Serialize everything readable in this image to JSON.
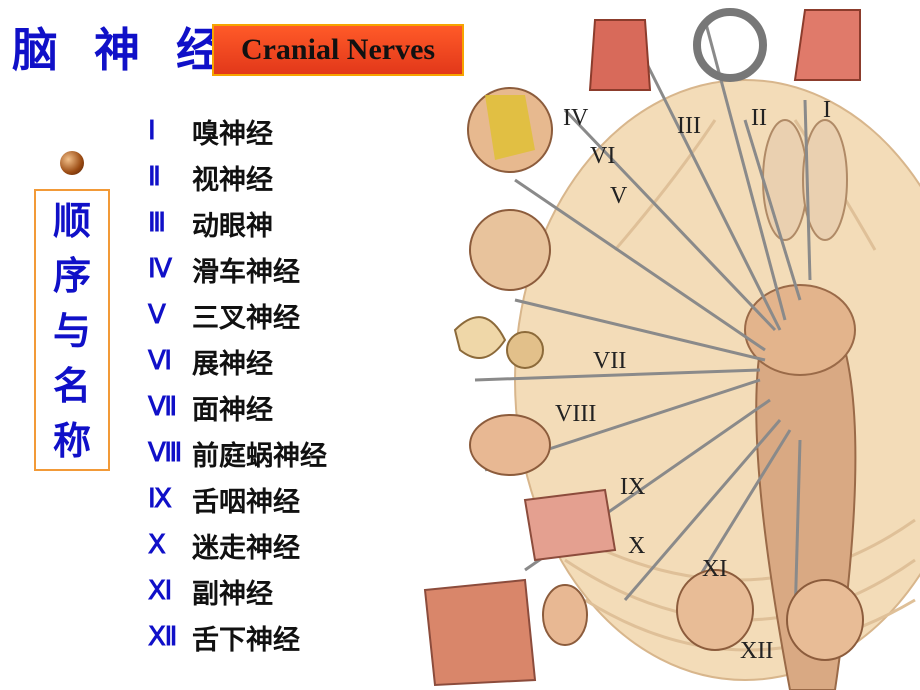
{
  "title": "脑 神 经",
  "subtitle": "Cranial Nerves",
  "vertical_label": [
    "顺",
    "序",
    "与",
    "名",
    "称"
  ],
  "nerves": [
    {
      "num": "Ⅰ",
      "name": "嗅神经"
    },
    {
      "num": "Ⅱ",
      "name": "视神经"
    },
    {
      "num": "Ⅲ",
      "name": "动眼神"
    },
    {
      "num": "Ⅳ",
      "name": "滑车神经"
    },
    {
      "num": "Ⅴ",
      "name": "三叉神经"
    },
    {
      "num": "Ⅵ",
      "name": "展神经"
    },
    {
      "num": "Ⅶ",
      "name": "面神经"
    },
    {
      "num": "Ⅷ",
      "name": "前庭蜗神经"
    },
    {
      "num": "Ⅸ",
      "name": "舌咽神经"
    },
    {
      "num": "Ⅹ",
      "name": "迷走神经"
    },
    {
      "num": "Ⅺ",
      "name": "副神经"
    },
    {
      "num": "Ⅻ",
      "name": "舌下神经"
    }
  ],
  "figure_labels": {
    "I": "I",
    "II": "II",
    "III": "III",
    "IV": "IV",
    "V": "V",
    "VI": "VI",
    "VII": "VII",
    "VIII": "VIII",
    "IX": "IX",
    "X": "X",
    "XI": "XI",
    "XII": "XII"
  }
}
